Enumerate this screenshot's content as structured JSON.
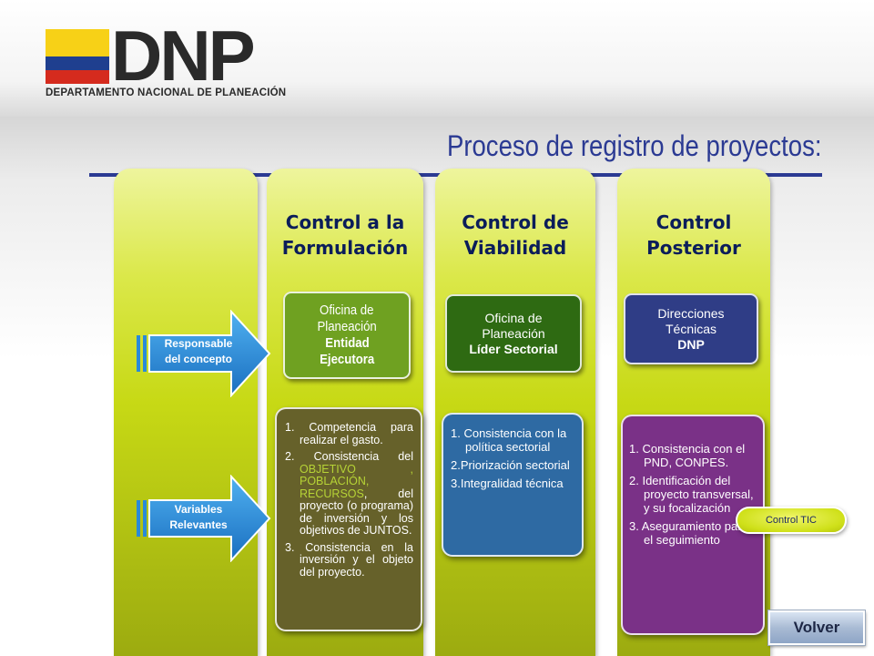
{
  "header": {
    "logo_text": "DNP",
    "logo_subtitle": "DEPARTAMENTO NACIONAL DE PLANEACIÓN",
    "flag_colors": [
      "#f7d117",
      "#1f3f8f",
      "#d52b1e"
    ]
  },
  "title": "Proceso de registro de proyectos:",
  "row_labels": {
    "responsable": [
      "Responsable",
      "del concepto"
    ],
    "variables": [
      "Variables",
      "Relevantes"
    ]
  },
  "columns": [
    {
      "title": [
        "Control a la",
        "Formulación"
      ],
      "responsable": {
        "lines": [
          "Oficina de",
          "Planeación"
        ],
        "bold_lines": [
          "Entidad",
          "Ejecutora"
        ],
        "color": "#6fa121"
      },
      "variables": {
        "color": "#66612a",
        "items": [
          {
            "prefix": "1. Competencia para realizar el gasto."
          },
          {
            "prefix": "2. Consistencia del ",
            "highlight": "OBJETIVO , POBLACIÓN, RECURSOS",
            "suffix": ", del proyecto (o programa) de inversión y los objetivos de JUNTOS."
          },
          {
            "prefix": "3. Consistencia en la inversión y el objeto del proyecto."
          }
        ],
        "highlight_color": "#b6d336"
      }
    },
    {
      "title": [
        "Control de",
        "Viabilidad"
      ],
      "responsable": {
        "lines": [
          "Oficina de",
          "Planeación"
        ],
        "bold_lines": [
          "Líder Sectorial"
        ],
        "color": "#2e6a12"
      },
      "variables": {
        "color": "#2e6aa3",
        "items": [
          {
            "prefix": "1. Consistencia con la política sectorial"
          },
          {
            "prefix": "2.Priorización sectorial"
          },
          {
            "prefix": "3.Integralidad técnica"
          }
        ]
      }
    },
    {
      "title": [
        "Control",
        "Posterior"
      ],
      "responsable": {
        "lines": [
          "Direcciones",
          "Técnicas"
        ],
        "bold_lines": [
          "DNP"
        ],
        "color": "#2f3d86"
      },
      "variables": {
        "color": "#7a3187",
        "items": [
          {
            "prefix": "1. Consistencia con el PND, CONPES."
          },
          {
            "prefix": "2. Identificación del proyecto transversal, y su focalización"
          },
          {
            "prefix": "3. Aseguramiento para el seguimiento"
          }
        ]
      }
    }
  ],
  "badge": "Control TIC",
  "volver_label": "Volver",
  "colors": {
    "title": "#2b3a93",
    "column_title": "#0b1d5a",
    "arrow": "#2a8ad8"
  }
}
